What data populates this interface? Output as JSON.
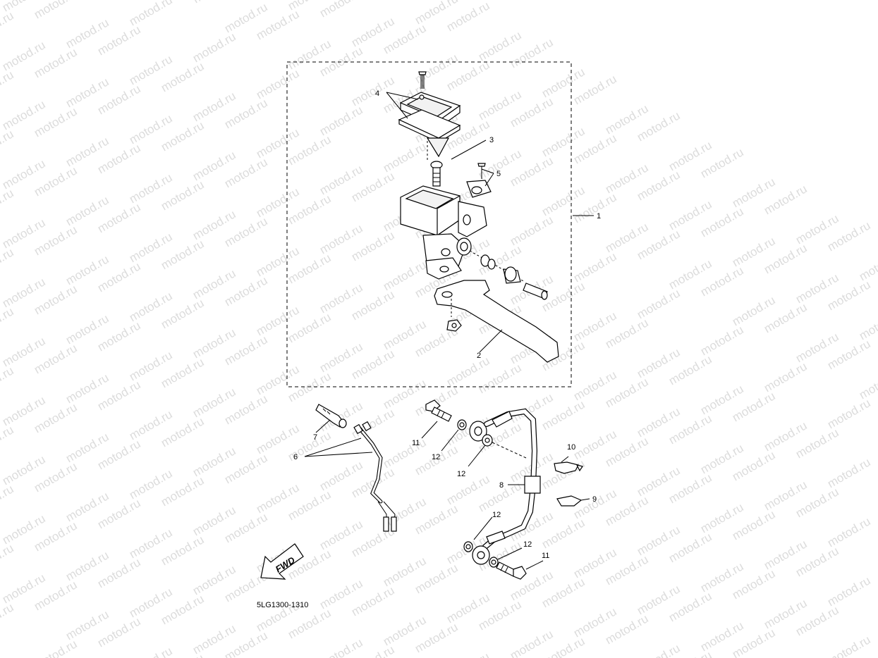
{
  "watermark": "motod.ru",
  "diagram_code": "5LG1300-1310",
  "fwd_label": "FWD",
  "callouts": {
    "c1": "1",
    "c2": "2",
    "c3": "3",
    "c4": "4",
    "c5": "5",
    "c6": "6",
    "c7": "7",
    "c8": "8",
    "c9": "9",
    "c10": "10",
    "c11a": "11",
    "c11b": "11",
    "c12a": "12",
    "c12b": "12",
    "c12c": "12",
    "c12d": "12"
  }
}
